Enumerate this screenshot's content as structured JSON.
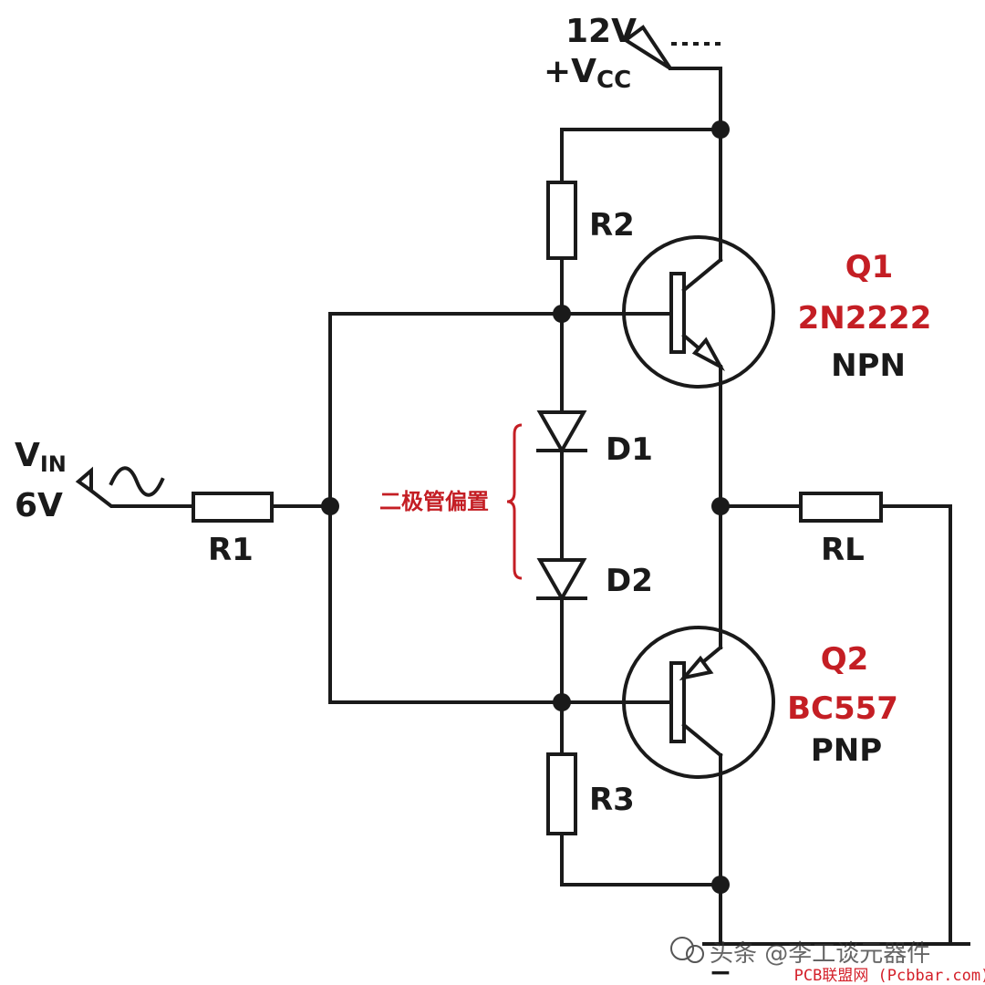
{
  "supply": {
    "vcc_voltage": "12V",
    "vcc_prefix": "+V",
    "vcc_sub": "CC",
    "ground_sign": "−"
  },
  "input": {
    "label_main": "V",
    "label_sub": "IN",
    "voltage": "6V"
  },
  "resistors": {
    "r1": "R1",
    "r2": "R2",
    "r3": "R3",
    "rl": "RL"
  },
  "diodes": {
    "d1": "D1",
    "d2": "D2",
    "bias_note": "二极管偏置"
  },
  "transistors": {
    "q1": {
      "name": "Q1",
      "part": "2N2222",
      "type": "NPN"
    },
    "q2": {
      "name": "Q2",
      "part": "BC557",
      "type": "PNP"
    }
  },
  "watermark": {
    "text": "头条 @李工谈元器件",
    "source": "PCB联盟网 (Pcbbar.com)"
  },
  "colors": {
    "wire": "#1a1a1a",
    "accent": "#c41e24"
  }
}
